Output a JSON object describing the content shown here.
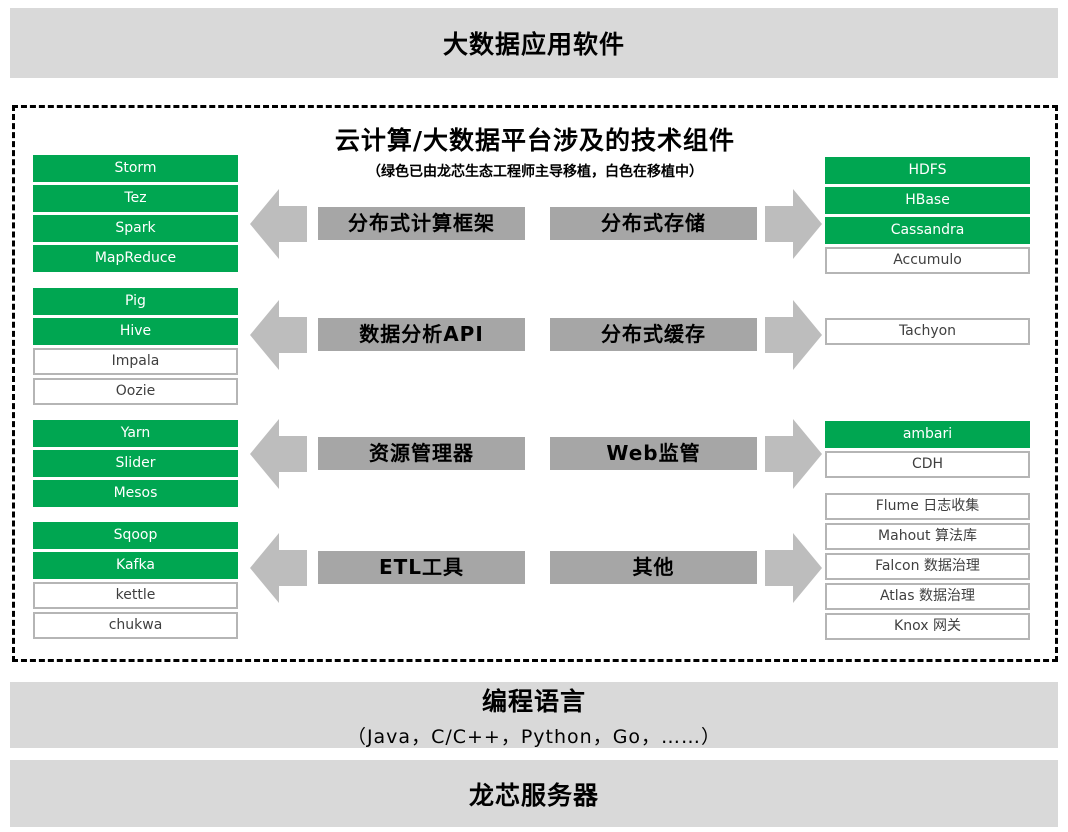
{
  "top_bar": {
    "title": "大数据应用软件"
  },
  "panel": {
    "title": "云计算/大数据平台涉及的技术组件",
    "subtitle": "（绿色已由龙芯生态工程师主导移植，白色在移植中）",
    "legend": {
      "ported_color": "#00A651",
      "porting_color": "#FFFFFF",
      "category_color": "#A6A6A6",
      "arrow_color": "#BDBDBD"
    },
    "rows": [
      {
        "category_left": "分布式计算框架",
        "category_right": "分布式存储",
        "left_items": [
          {
            "label": "Storm",
            "status": "ported"
          },
          {
            "label": "Tez",
            "status": "ported"
          },
          {
            "label": "Spark",
            "status": "ported"
          },
          {
            "label": "MapReduce",
            "status": "ported"
          }
        ],
        "right_items": [
          {
            "label": "HDFS",
            "status": "ported"
          },
          {
            "label": "HBase",
            "status": "ported"
          },
          {
            "label": "Cassandra",
            "status": "ported"
          },
          {
            "label": "Accumulo",
            "status": "porting"
          }
        ]
      },
      {
        "category_left": "数据分析API",
        "category_right": "分布式缓存",
        "left_items": [
          {
            "label": "Pig",
            "status": "ported"
          },
          {
            "label": "Hive",
            "status": "ported"
          },
          {
            "label": "Impala",
            "status": "porting"
          },
          {
            "label": "Oozie",
            "status": "porting"
          }
        ],
        "right_items": [
          {
            "label": "Tachyon",
            "status": "porting"
          }
        ]
      },
      {
        "category_left": "资源管理器",
        "category_right": "Web监管",
        "left_items": [
          {
            "label": "Yarn",
            "status": "ported"
          },
          {
            "label": "Slider",
            "status": "ported"
          },
          {
            "label": "Mesos",
            "status": "ported"
          }
        ],
        "right_items": [
          {
            "label": "ambari",
            "status": "ported"
          },
          {
            "label": "CDH",
            "status": "porting"
          }
        ]
      },
      {
        "category_left": "ETL工具",
        "category_right": "其他",
        "left_items": [
          {
            "label": "Sqoop",
            "status": "ported"
          },
          {
            "label": "Kafka",
            "status": "ported"
          },
          {
            "label": "kettle",
            "status": "porting"
          },
          {
            "label": "chukwa",
            "status": "porting"
          }
        ],
        "right_items": [
          {
            "label": "Flume 日志收集",
            "status": "porting"
          },
          {
            "label": "Mahout 算法库",
            "status": "porting"
          },
          {
            "label": "Falcon 数据治理",
            "status": "porting"
          },
          {
            "label": "Atlas 数据治理",
            "status": "porting"
          },
          {
            "label": "Knox 网关",
            "status": "porting"
          }
        ]
      }
    ]
  },
  "language_bar": {
    "title": "编程语言",
    "subtitle": "（Java，C/C++，Python，Go，……）"
  },
  "server_bar": {
    "title": "龙芯服务器"
  }
}
